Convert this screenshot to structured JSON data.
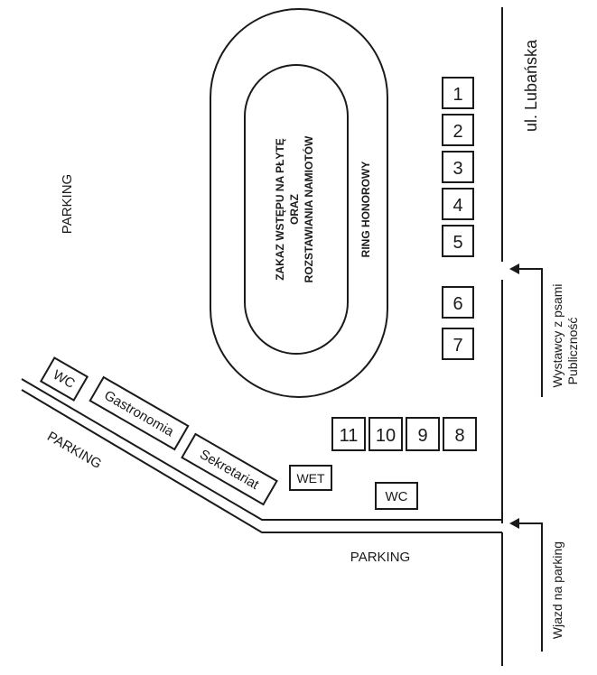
{
  "labels": {
    "parking_left": "PARKING",
    "parking_diag": "PARKING",
    "parking_bottom": "PARKING",
    "street": "ul. Lubańska",
    "ring_inner_line1": "ZAKAZ WSTĘPU NA PŁYTĘ",
    "ring_inner_line2": "ORAZ",
    "ring_inner_line3": "ROZSTAWIANIA NAMIOTÓW",
    "ring_honorowy": "RING HONOROWY",
    "exhibitors_line1": "Wystawcy z psami",
    "exhibitors_line2": "Publiczność",
    "entry_parking": "Wjazd na parking",
    "wc_top": "WC",
    "gastronomia": "Gastronomia",
    "sekretariat": "Sekretariat",
    "wet": "WET",
    "wc_bottom": "WC"
  },
  "rings": {
    "r1": "1",
    "r2": "2",
    "r3": "3",
    "r4": "4",
    "r5": "5",
    "r6": "6",
    "r7": "7",
    "r8": "8",
    "r9": "9",
    "r10": "10",
    "r11": "11"
  },
  "colors": {
    "ink": "#1a1a1a",
    "background": "#ffffff"
  }
}
